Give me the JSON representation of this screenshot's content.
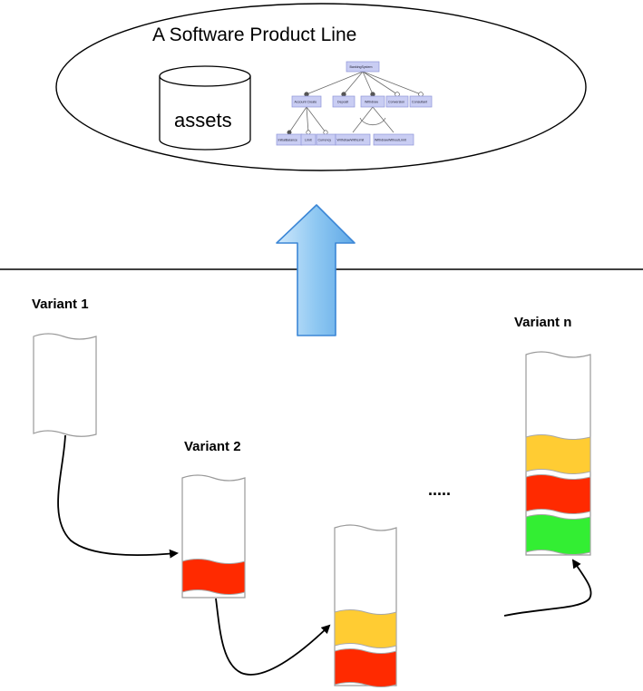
{
  "product_line": {
    "title": "A Software Product Line",
    "assets_label": "assets",
    "feature_model": {
      "root": "BankingSystem",
      "level1": [
        "Account Create",
        "Deposit",
        "Withdraw",
        "Conversion",
        "Consultant"
      ],
      "level2": [
        "InitialBalance",
        "Limit",
        "Currency",
        "WithdrawWithLimit",
        "WithdrawWithoutLimit"
      ]
    }
  },
  "variants": {
    "v1": "Variant 1",
    "v2": "Variant 2",
    "vn": "Variant n",
    "ellipsis": "....."
  },
  "colors": {
    "red": "#ff2a00",
    "yellow": "#ffcc33",
    "green": "#33ee33",
    "arrow_fill": "#8fc8f2",
    "arrow_stroke": "#3b86d6"
  }
}
